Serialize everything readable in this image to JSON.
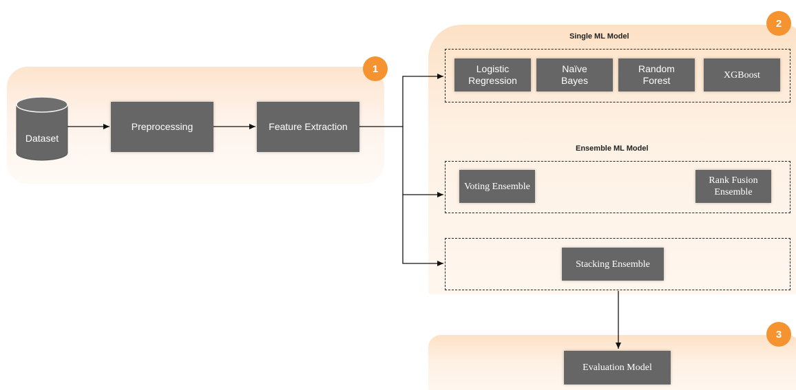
{
  "stages": [
    {
      "badge": "1"
    },
    {
      "badge": "2"
    },
    {
      "badge": "3"
    }
  ],
  "pipeline": {
    "dataset": "Dataset",
    "preprocessing": "Preprocessing",
    "feature_extraction": "Feature Extraction"
  },
  "single_ml": {
    "title": "Single ML Model",
    "models": [
      {
        "line1": "Logistic",
        "line2": "Regression"
      },
      {
        "line1": "Naïve",
        "line2": "Bayes"
      },
      {
        "line1": "Random",
        "line2": "Forest"
      },
      {
        "line1": "XGBoost",
        "line2": ""
      }
    ]
  },
  "ensemble_ml": {
    "title": "Ensemble ML Model",
    "voting": "Voting Ensemble",
    "rank_fusion_line1": "Rank Fusion",
    "rank_fusion_line2": "Ensemble"
  },
  "stacking": "Stacking Ensemble",
  "evaluation": "Evaluation Model",
  "colors": {
    "box": "#666666",
    "badge": "#f4932f",
    "zone": "#fde1c6"
  }
}
